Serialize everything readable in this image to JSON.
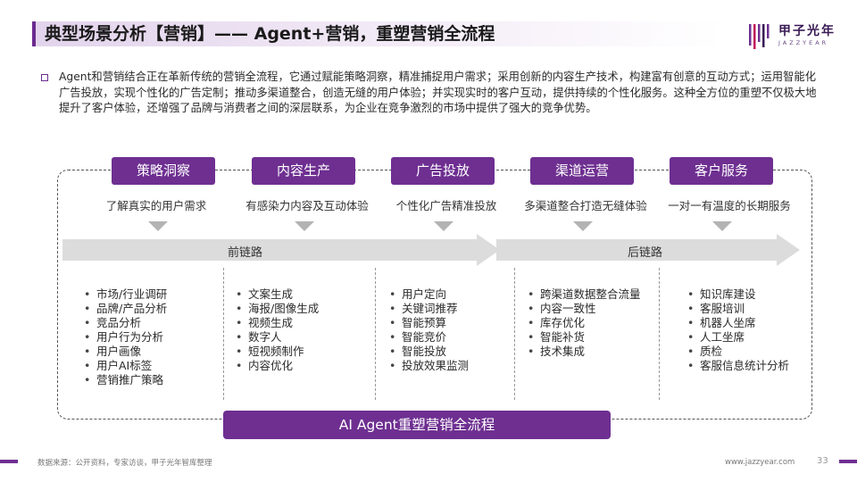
{
  "header": {
    "title": "典型场景分析【营销】—— Agent+营销，重塑营销全流程",
    "logo_name": "甲子光年",
    "logo_sub": "JAZZYEAR"
  },
  "intro": {
    "text": "Agent和营销结合正在革新传统的营销全流程，它通过赋能策略洞察，精准捕捉用户需求；采用创新的内容生产技术，构建富有创意的互动方式；运用智能化广告投放，实现个性化的广告定制；推动多渠道整合，创造无缝的用户体验；并实现实时的客户互动，提供持续的个性化服务。这种全方位的重塑不仅极大地提升了客户体验，还增强了品牌与消费者之间的深层联系，为企业在竞争激烈的市场中提供了强大的竞争优势。"
  },
  "stages": [
    {
      "name": "策略洞察",
      "desc": "了解真实的用户需求",
      "items": [
        "市场/行业调研",
        "品牌/产品分析",
        "竞品分析",
        "用户行为分析",
        "用户画像",
        "用户AI标签",
        "营销推广策略"
      ]
    },
    {
      "name": "内容生产",
      "desc": "有感染力内容及互动体验",
      "items": [
        "文案生成",
        "海报/图像生成",
        "视频生成",
        "数字人",
        "短视频制作",
        "内容优化"
      ]
    },
    {
      "name": "广告投放",
      "desc": "个性化广告精准投放",
      "items": [
        "用户定向",
        "关键词推荐",
        "智能预算",
        "智能竞价",
        "智能投放",
        "投放效果监测"
      ]
    },
    {
      "name": "渠道运营",
      "desc": "多渠道整合打造无缝体验",
      "items": [
        "跨渠道数据整合流量",
        "内容一致性",
        "库存优化",
        "智能补货",
        "技术集成"
      ]
    },
    {
      "name": "客户服务",
      "desc": "一对一有温度的长期服务",
      "items": [
        "知识库建设",
        "客服培训",
        "机器人坐席",
        "人工坐席",
        "质检",
        "客服信息统计分析"
      ]
    }
  ],
  "chains": {
    "front": "前链路",
    "back": "后链路"
  },
  "bottom_label": "AI Agent重塑营销全流程",
  "footer": {
    "source": "数据来源：公开资料，专家访谈，甲子光年智库整理",
    "url": "www.jazzyear.com",
    "page": "33"
  },
  "colors": {
    "accent": "#6e2f91",
    "arrow": "#dcdcdc"
  }
}
